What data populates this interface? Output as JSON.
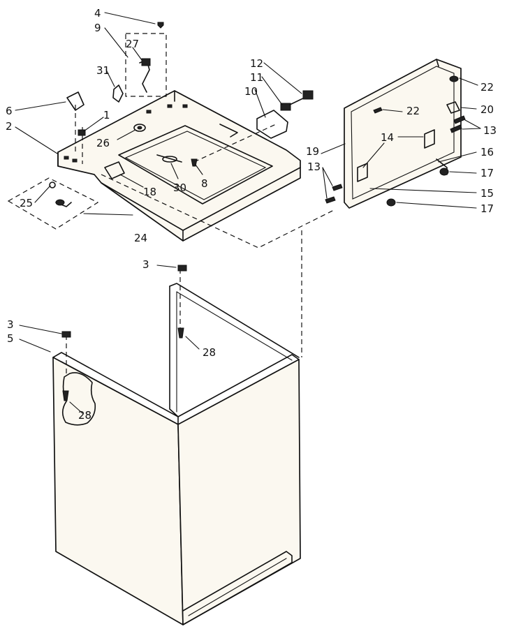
{
  "callouts": {
    "c4": "4",
    "c9": "9",
    "c27": "27",
    "c31": "31",
    "c6": "6",
    "c1": "1",
    "c2": "2",
    "c26": "26",
    "c25": "25",
    "c24": "24",
    "c18": "18",
    "c30": "30",
    "c8": "8",
    "c10": "10",
    "c11": "11",
    "c12": "12",
    "c3a": "3",
    "c3b": "3",
    "c5": "5",
    "c28a": "28",
    "c28b": "28",
    "c22a": "22",
    "c22b": "22",
    "c20": "20",
    "c13a": "13",
    "c13b": "13",
    "c14": "14",
    "c16": "16",
    "c17a": "17",
    "c17b": "17",
    "c19": "19",
    "c15": "15"
  }
}
